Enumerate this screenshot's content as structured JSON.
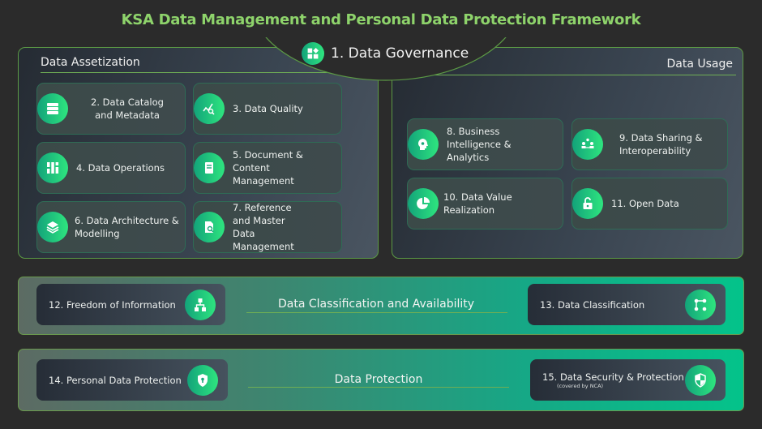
{
  "title": "KSA Data Management and Personal Data Protection Framework",
  "governance": {
    "label": "1. Data Governance",
    "icon": "governance-grid-icon"
  },
  "assetization": {
    "title": "Data Assetization",
    "cards": [
      {
        "label": "2. Data Catalog and Metadata",
        "icon": "database-server-icon"
      },
      {
        "label": "3. Data Quality",
        "icon": "chart-magnifier-icon"
      },
      {
        "label": "4. Data Operations",
        "icon": "operations-grid-icon"
      },
      {
        "label": "5. Document & Content Management",
        "icon": "document-icon"
      },
      {
        "label": "6. Data Architecture & Modelling",
        "icon": "layers-icon"
      },
      {
        "label": "7. Reference and Master Data Management",
        "icon": "file-search-icon"
      }
    ]
  },
  "usage": {
    "title": "Data Usage",
    "cards": [
      {
        "label": "8. Business Intelligence & Analytics",
        "icon": "head-gear-icon"
      },
      {
        "label": "9. Data Sharing & Interoperability",
        "icon": "people-share-icon"
      },
      {
        "label": "10. Data Value Realization",
        "icon": "pie-chart-icon"
      },
      {
        "label": "11. Open Data",
        "icon": "unlock-icon"
      }
    ]
  },
  "classification": {
    "title": "Data Classification and Availability",
    "left": {
      "label": "12. Freedom of Information",
      "icon": "hierarchy-icon"
    },
    "right": {
      "label": "13. Data Classification",
      "icon": "nodes-icon"
    }
  },
  "protection": {
    "title": "Data Protection",
    "left": {
      "label": "14. Personal Data Protection",
      "icon": "shield-keyhole-icon"
    },
    "right": {
      "label": "15. Data Security & Protection",
      "note": "(covered by NCA)",
      "icon": "shield-icon"
    }
  },
  "colors": {
    "title": "#8ed36b",
    "accent": "#2ee57f",
    "border": "#5c9a45"
  }
}
